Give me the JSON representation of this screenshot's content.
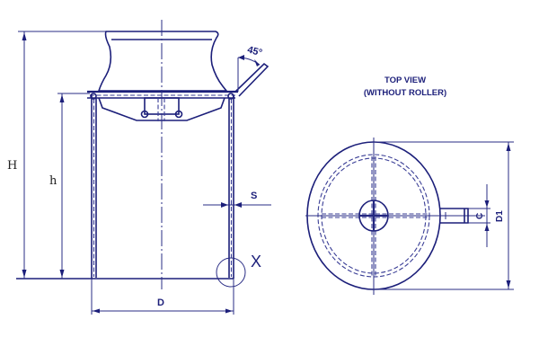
{
  "side_view": {
    "labels": {
      "overall_height": "H",
      "body_height": "h",
      "diameter": "D",
      "wall_thickness": "S",
      "detail_marker": "X",
      "angle": "45°"
    }
  },
  "top_view": {
    "title_line1": "TOP VIEW",
    "title_line2": "(WITHOUT ROLLER)",
    "labels": {
      "outer_diameter": "D1",
      "lug_width": "C"
    }
  },
  "colors": {
    "line": "#1c1f7a",
    "background": "#ffffff"
  }
}
